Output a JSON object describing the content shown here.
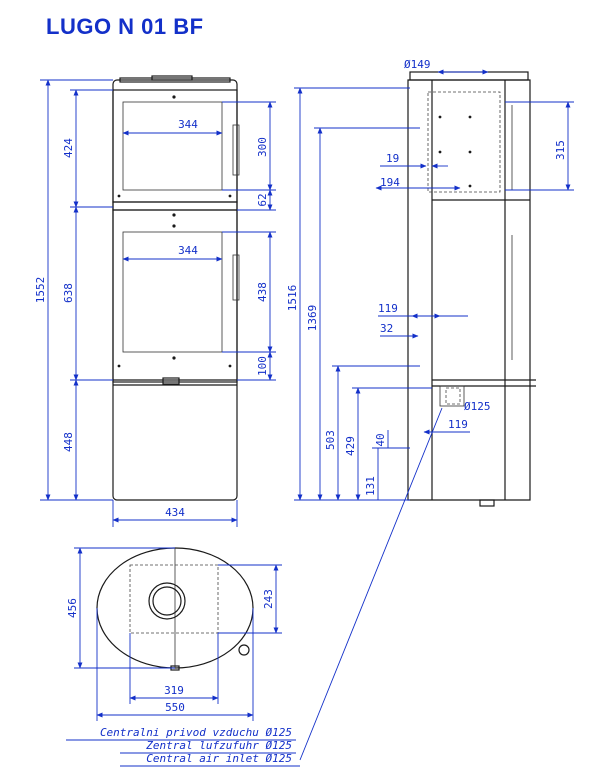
{
  "title": "LUGO N 01 BF",
  "front_view": {
    "total_height": "1552",
    "section_top_height": "424",
    "section_middle_height": "638",
    "section_bottom_height": "448",
    "width": "434",
    "top_window_width": "344",
    "middle_window_width": "344",
    "top_window_height": "300",
    "gap_height": "62",
    "middle_window_height": "438",
    "lower_gap_height": "100"
  },
  "side_view": {
    "flue_diameter": "Ø149",
    "flue_outlet_height": "1516",
    "rear_flue_height": "1369",
    "offset_top": "315",
    "offset_19": "19",
    "offset_194": "194",
    "offset_119_upper": "119",
    "offset_32": "32",
    "air_inlet_diameter": "Ø125",
    "offset_119_lower": "119",
    "height_503": "503",
    "height_429": "429",
    "height_40": "40",
    "height_131": "131"
  },
  "plan_view": {
    "depth": "456",
    "inner_depth": "243",
    "inner_width": "319",
    "outer_width": "550"
  },
  "labels": [
    "Centralni privod vzduchu Ø125",
    "Zentral lufzufuhr Ø125",
    "Central air inlet Ø125"
  ]
}
